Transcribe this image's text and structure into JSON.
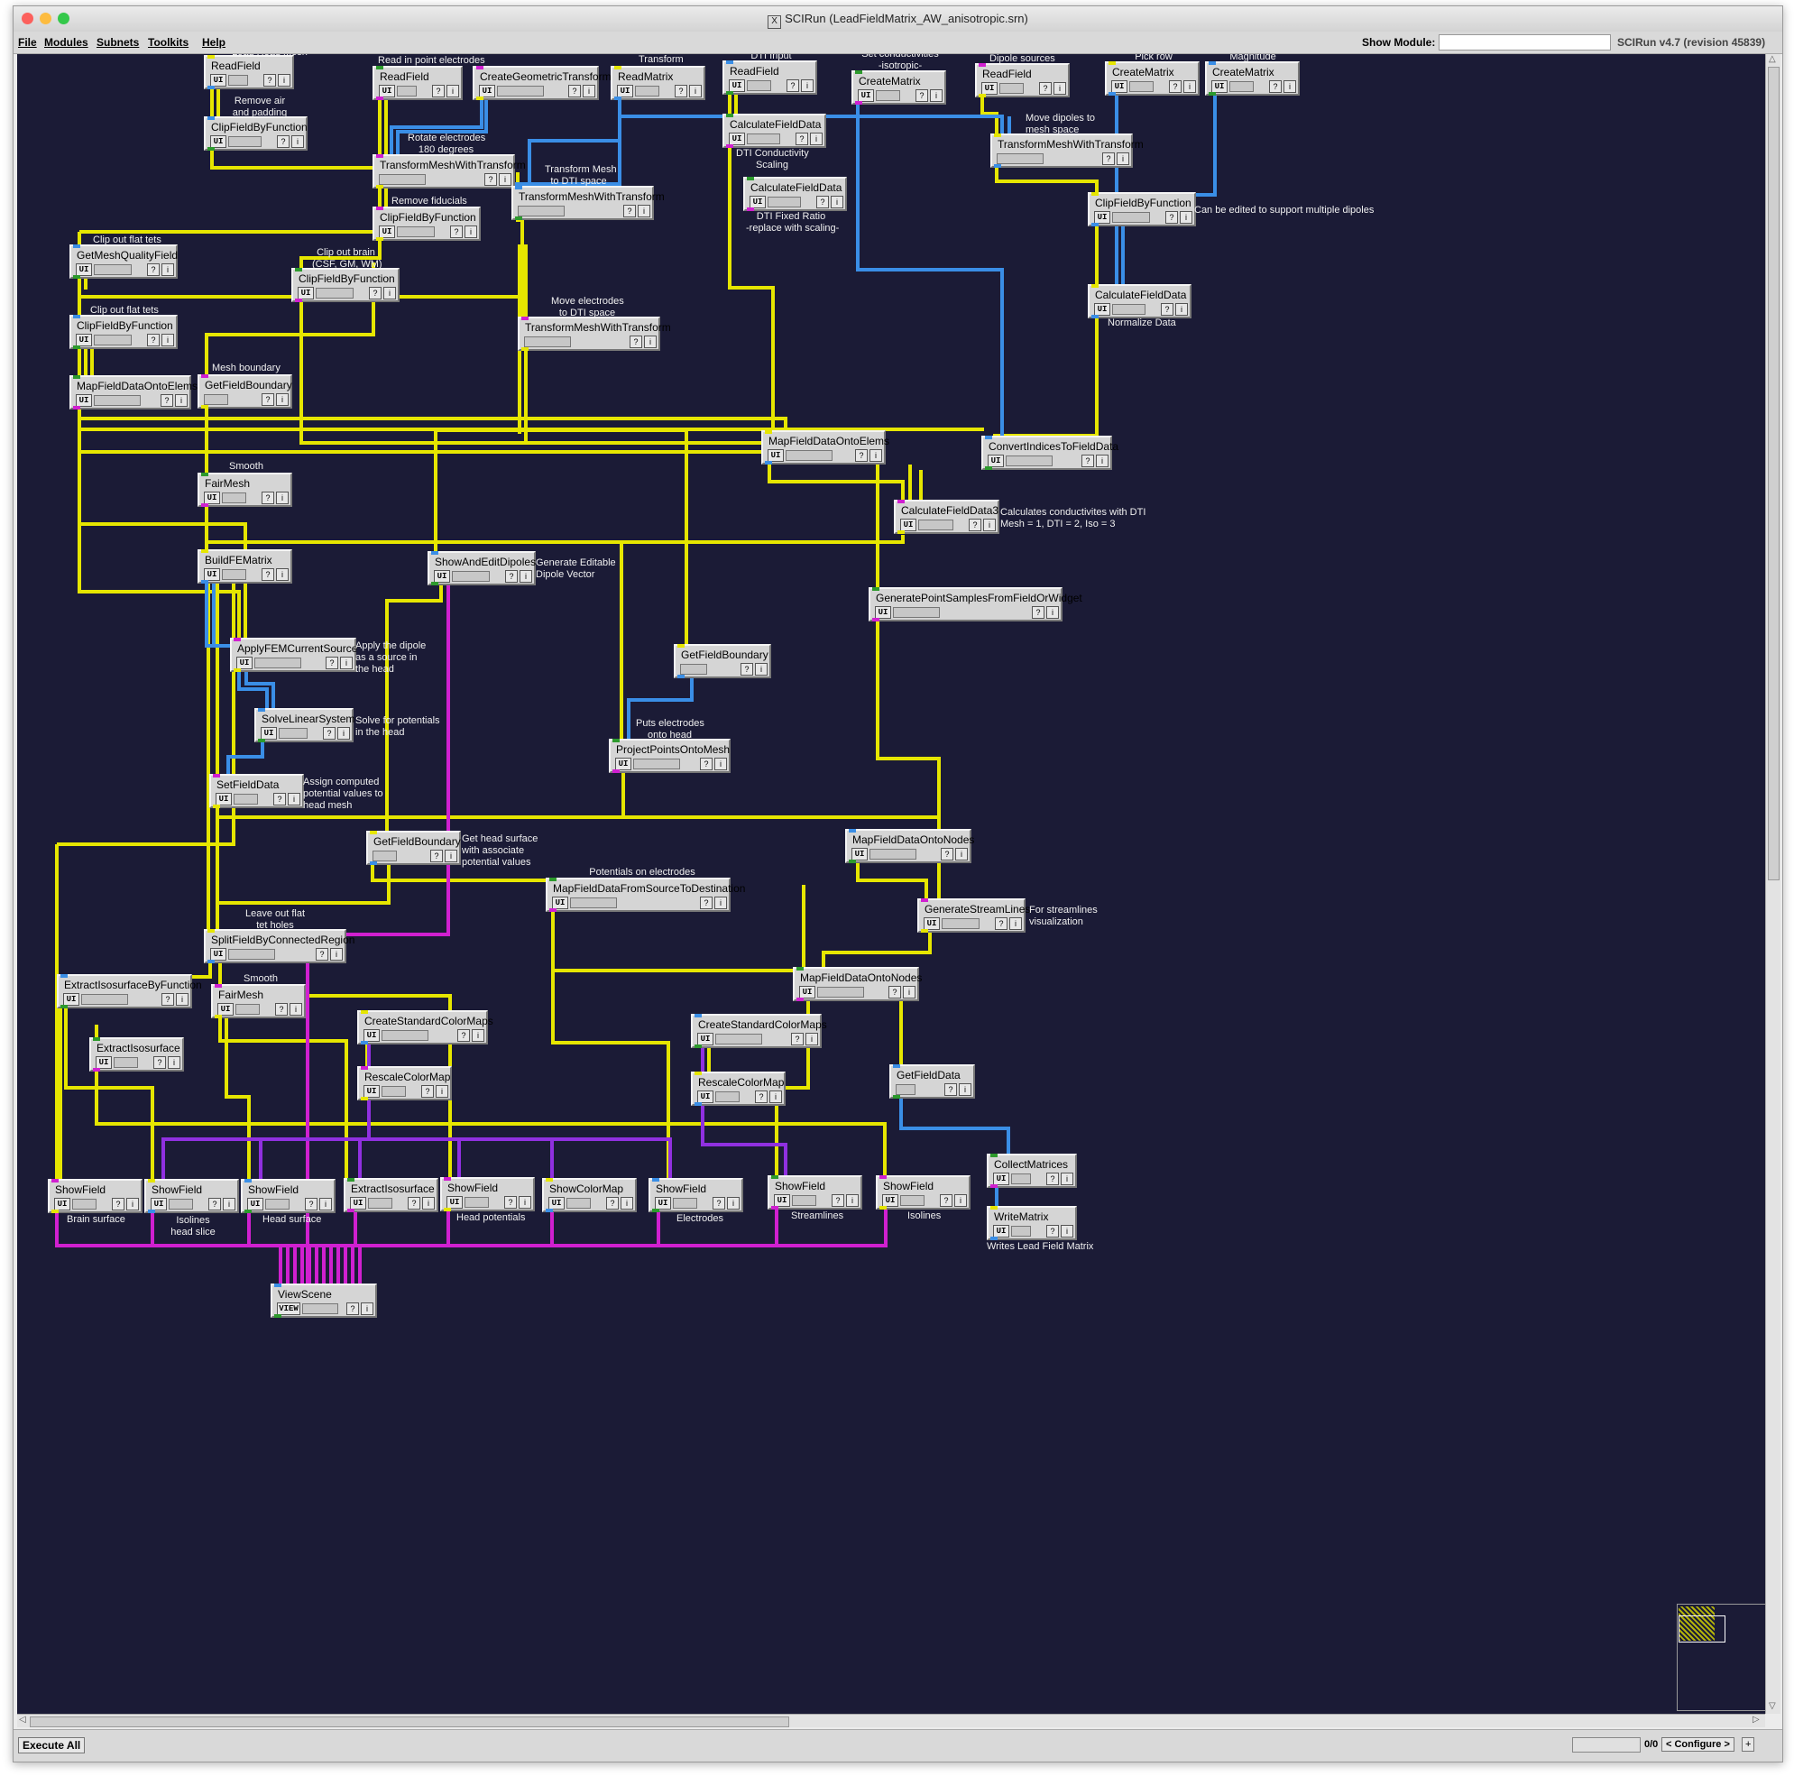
{
  "window": {
    "title": "SCIRun (LeadFieldMatrix_AW_anisotropic.srn)",
    "title_icon": "x11-icon",
    "controls": [
      "close-icon",
      "minimize-icon",
      "zoom-icon"
    ]
  },
  "menubar": {
    "items": [
      "File",
      "Modules",
      "Subnets",
      "Toolkits",
      "Help"
    ],
    "show_module_label": "Show Module:",
    "show_module_value": "",
    "version": "SCIRun v4.7 (revision 45839)"
  },
  "colors": {
    "canvas": "#1b1b36",
    "field_wire": "#e6e600",
    "matrix_wire": "#3a8ee6",
    "geometry_wire": "#d020d0",
    "colormap_wire": "#9030e0"
  },
  "modules": [
    {
      "id": "m1",
      "title": "ReadField",
      "ui": "UI"
    },
    {
      "id": "m2",
      "title": "ClipFieldByFunction",
      "ui": "UI"
    },
    {
      "id": "m3",
      "title": "ReadField",
      "ui": "UI"
    },
    {
      "id": "m4",
      "title": "CreateGeometricTransform",
      "ui": "UI"
    },
    {
      "id": "m5",
      "title": "ReadMatrix",
      "ui": "UI"
    },
    {
      "id": "m6",
      "title": "ReadField",
      "ui": "UI"
    },
    {
      "id": "m7",
      "title": "CreateMatrix",
      "ui": "UI"
    },
    {
      "id": "m8",
      "title": "ReadField",
      "ui": "UI"
    },
    {
      "id": "m9",
      "title": "CreateMatrix",
      "ui": "UI"
    },
    {
      "id": "m10",
      "title": "CreateMatrix",
      "ui": "UI"
    },
    {
      "id": "m11",
      "title": "CalculateFieldData",
      "ui": "UI"
    },
    {
      "id": "m12",
      "title": "TransformMeshWithTransform",
      "ui": ""
    },
    {
      "id": "m13",
      "title": "TransformMeshWithTransform",
      "ui": ""
    },
    {
      "id": "m14",
      "title": "TransformMeshWithTransform",
      "ui": ""
    },
    {
      "id": "m15",
      "title": "CalculateFieldData",
      "ui": "UI"
    },
    {
      "id": "m16",
      "title": "ClipFieldByFunction",
      "ui": "UI"
    },
    {
      "id": "m17",
      "title": "ClipFieldByFunction",
      "ui": "UI"
    },
    {
      "id": "m18",
      "title": "GetMeshQualityField",
      "ui": "UI"
    },
    {
      "id": "m19",
      "title": "ClipFieldByFunction",
      "ui": "UI"
    },
    {
      "id": "m20",
      "title": "TransformMeshWithTransform",
      "ui": ""
    },
    {
      "id": "m21",
      "title": "CalculateFieldData",
      "ui": "UI"
    },
    {
      "id": "m22",
      "title": "ClipFieldByFunction",
      "ui": "UI"
    },
    {
      "id": "m23",
      "title": "MapFieldDataOntoElems",
      "ui": "UI"
    },
    {
      "id": "m24",
      "title": "GetFieldBoundary",
      "ui": ""
    },
    {
      "id": "m25",
      "title": "MapFieldDataOntoElems",
      "ui": "UI"
    },
    {
      "id": "m26",
      "title": "ConvertIndicesToFieldData",
      "ui": "UI"
    },
    {
      "id": "m27",
      "title": "FairMesh",
      "ui": "UI"
    },
    {
      "id": "m28",
      "title": "CalculateFieldData3",
      "ui": "UI"
    },
    {
      "id": "m29",
      "title": "BuildFEMatrix",
      "ui": "UI"
    },
    {
      "id": "m30",
      "title": "ShowAndEditDipoles",
      "ui": "UI"
    },
    {
      "id": "m31",
      "title": "GeneratePointSamplesFromFieldOrWidget",
      "ui": "UI"
    },
    {
      "id": "m32",
      "title": "ApplyFEMCurrentSource",
      "ui": "UI"
    },
    {
      "id": "m33",
      "title": "GetFieldBoundary",
      "ui": ""
    },
    {
      "id": "m34",
      "title": "SolveLinearSystem",
      "ui": "UI"
    },
    {
      "id": "m35",
      "title": "ProjectPointsOntoMesh",
      "ui": "UI"
    },
    {
      "id": "m36",
      "title": "SetFieldData",
      "ui": "UI"
    },
    {
      "id": "m37",
      "title": "GetFieldBoundary",
      "ui": ""
    },
    {
      "id": "m38",
      "title": "MapFieldDataOntoNodes",
      "ui": "UI"
    },
    {
      "id": "m39",
      "title": "MapFieldDataFromSourceToDestination",
      "ui": "UI"
    },
    {
      "id": "m40",
      "title": "GenerateStreamLines",
      "ui": "UI"
    },
    {
      "id": "m41",
      "title": "SplitFieldByConnectedRegion",
      "ui": "UI"
    },
    {
      "id": "m42",
      "title": "ExtractIsosurfaceByFunction",
      "ui": "UI"
    },
    {
      "id": "m43",
      "title": "MapFieldDataOntoNodes",
      "ui": "UI"
    },
    {
      "id": "m44",
      "title": "FairMesh",
      "ui": "UI"
    },
    {
      "id": "m45",
      "title": "CreateStandardColorMaps",
      "ui": "UI"
    },
    {
      "id": "m46",
      "title": "CreateStandardColorMaps",
      "ui": "UI"
    },
    {
      "id": "m47",
      "title": "ExtractIsosurface",
      "ui": "UI"
    },
    {
      "id": "m48",
      "title": "RescaleColorMap",
      "ui": "UI"
    },
    {
      "id": "m49",
      "title": "RescaleColorMap",
      "ui": "UI"
    },
    {
      "id": "m50",
      "title": "GetFieldData",
      "ui": ""
    },
    {
      "id": "m51",
      "title": "CollectMatrices",
      "ui": "UI"
    },
    {
      "id": "m52",
      "title": "ShowField",
      "ui": "UI"
    },
    {
      "id": "m53",
      "title": "ShowField",
      "ui": "UI"
    },
    {
      "id": "m54",
      "title": "ShowField",
      "ui": "UI"
    },
    {
      "id": "m55",
      "title": "ExtractIsosurface",
      "ui": "UI"
    },
    {
      "id": "m56",
      "title": "ShowField",
      "ui": "UI"
    },
    {
      "id": "m57",
      "title": "ShowColorMap",
      "ui": "UI"
    },
    {
      "id": "m58",
      "title": "ShowField",
      "ui": "UI"
    },
    {
      "id": "m59",
      "title": "ShowField",
      "ui": "UI"
    },
    {
      "id": "m60",
      "title": "ShowField",
      "ui": "UI"
    },
    {
      "id": "m61",
      "title": "WriteMatrix",
      "ui": "UI"
    },
    {
      "id": "m62",
      "title": "ViewScene",
      "ui": "VIEW"
    }
  ],
  "notes": [
    "Load Head Mesh",
    "Remove air\nand padding",
    "Read in point electrodes",
    "Transform",
    "DTI Input",
    "Set conductivities\n-isotropic-",
    "Dipole sources",
    "Pick row",
    "Magnitude",
    "Move dipoles to\nmesh space",
    "Rotate electrodes\n180 degrees",
    "DTI Conductivity\nScaling",
    "Transform Mesh\nto DTI space",
    "Remove fiducials",
    "DTI Fixed Ratio\n-replace with scaling-",
    "Can be edited to support multiple dipoles",
    "Clip out flat tets",
    "Clip out brain\n(CSF, GM, WM)",
    "Move electrodes\nto DTI space",
    "Normalize Data",
    "Clip out flat tets",
    "Mesh boundary",
    "Smooth",
    "Calculates conductivites with DTI\nMesh = 1, DTI = 2, Iso = 3",
    "Generate Editable\nDipole Vector",
    "Apply the dipole\nas a source in\nthe head",
    "Solve for potentials\nin the head",
    "Puts electrodes\nonto head",
    "Assign computed\npotential values to\nhead mesh",
    "Get head surface\nwith associate\npotential values",
    "Potentials on electrodes",
    "For streamlines\nvisualization",
    "Leave out flat\ntet holes",
    "Smooth",
    "Brain surface",
    "Isolines\nhead slice",
    "Head surface",
    "Head potentials",
    "Electrodes",
    "Streamlines",
    "Isolines",
    "Writes Lead Field Matrix"
  ],
  "status": {
    "execute_all": "Execute All",
    "counter": "0/0",
    "configure": "< Configure >",
    "plus": "+"
  }
}
